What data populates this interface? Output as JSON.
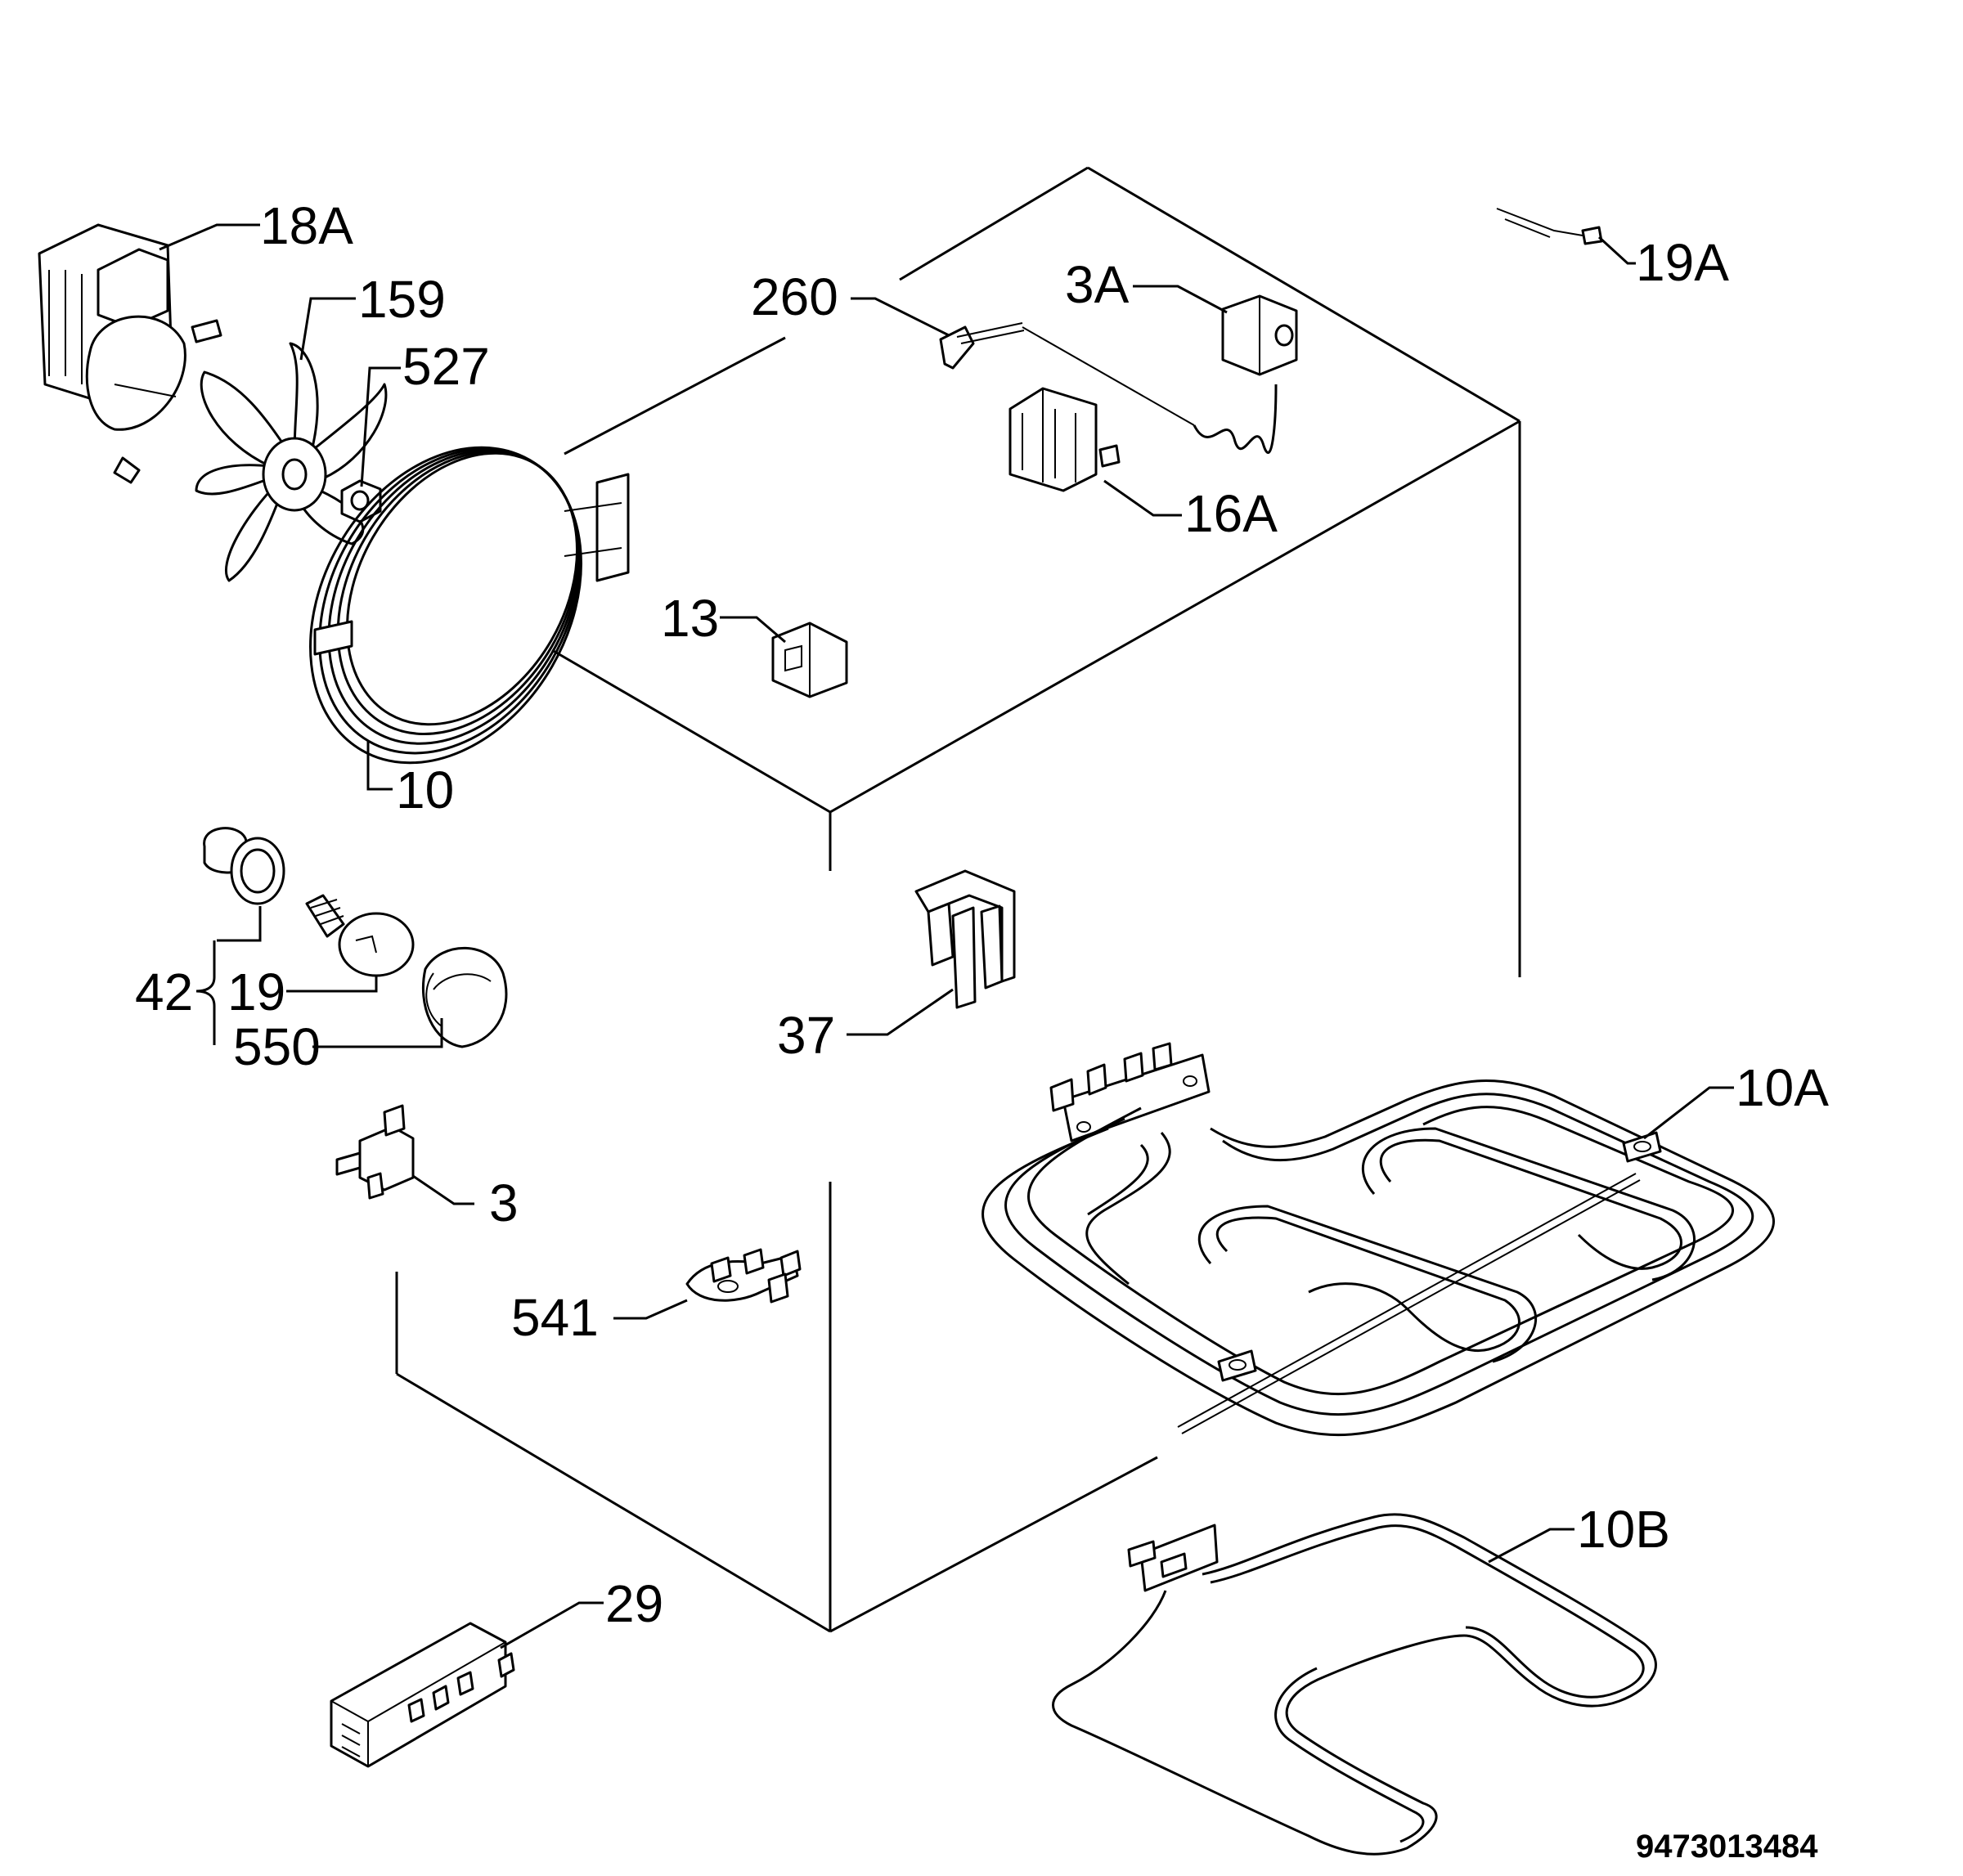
{
  "parts": [
    {
      "id": "p18a",
      "label": "18A"
    },
    {
      "id": "p159",
      "label": "159"
    },
    {
      "id": "p527",
      "label": "527"
    },
    {
      "id": "p10",
      "label": "10"
    },
    {
      "id": "p260",
      "label": "260"
    },
    {
      "id": "p3a",
      "label": "3A"
    },
    {
      "id": "p19a",
      "label": "19A"
    },
    {
      "id": "p16a",
      "label": "16A"
    },
    {
      "id": "p13",
      "label": "13"
    },
    {
      "id": "p42",
      "label": "42"
    },
    {
      "id": "p19",
      "label": "19"
    },
    {
      "id": "p550",
      "label": "550"
    },
    {
      "id": "p37",
      "label": "37"
    },
    {
      "id": "p10a",
      "label": "10A"
    },
    {
      "id": "p3",
      "label": "3"
    },
    {
      "id": "p541",
      "label": "541"
    },
    {
      "id": "p10b",
      "label": "10B"
    },
    {
      "id": "p29",
      "label": "29"
    }
  ],
  "drawing_number": "9473013484"
}
